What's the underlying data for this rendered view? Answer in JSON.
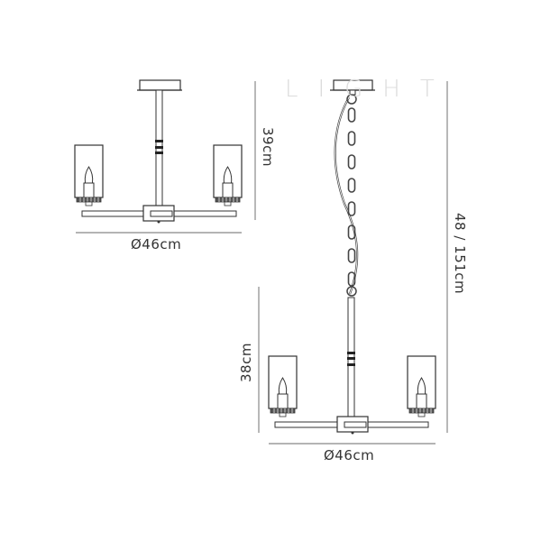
{
  "watermark": {
    "text": "LIGHT",
    "color": "#dcdcdc"
  },
  "colors": {
    "line": "#333333",
    "dimension_line": "#888888",
    "background": "#ffffff"
  },
  "semi_flush_view": {
    "height_label": "39cm",
    "width_label": "Ø46cm",
    "arms": 2,
    "shade_type": "cylindrical glass with candle bulb"
  },
  "pendant_view": {
    "height_label": "48 / 151cm",
    "body_height_label": "38cm",
    "width_label": "Ø46cm",
    "suspension": "chain with cable",
    "arms": 2,
    "shade_type": "cylindrical glass with candle bulb"
  }
}
